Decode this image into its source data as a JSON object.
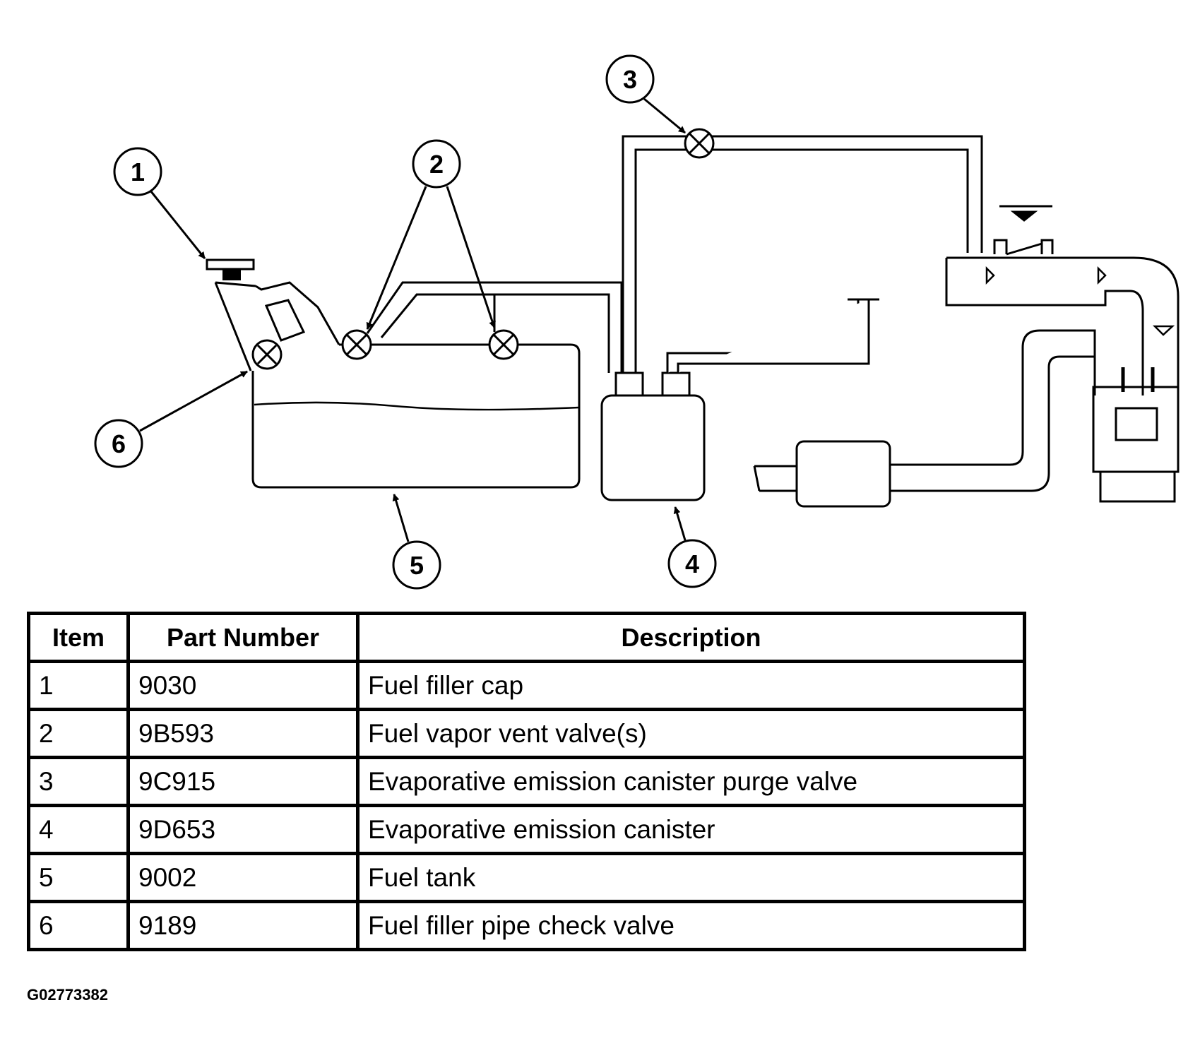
{
  "callouts": [
    "1",
    "2",
    "3",
    "4",
    "5",
    "6"
  ],
  "table": {
    "headers": {
      "item": "Item",
      "part_number": "Part Number",
      "description": "Description"
    },
    "rows": [
      {
        "item": "1",
        "part_number": "9030",
        "description": "Fuel filler cap"
      },
      {
        "item": "2",
        "part_number": "9B593",
        "description": "Fuel vapor vent valve(s)"
      },
      {
        "item": "3",
        "part_number": "9C915",
        "description": "Evaporative emission canister purge valve"
      },
      {
        "item": "4",
        "part_number": "9D653",
        "description": "Evaporative emission canister"
      },
      {
        "item": "5",
        "part_number": "9002",
        "description": "Fuel tank"
      },
      {
        "item": "6",
        "part_number": "9189",
        "description": "Fuel filler pipe check valve"
      }
    ]
  },
  "figure_id": "G02773382"
}
